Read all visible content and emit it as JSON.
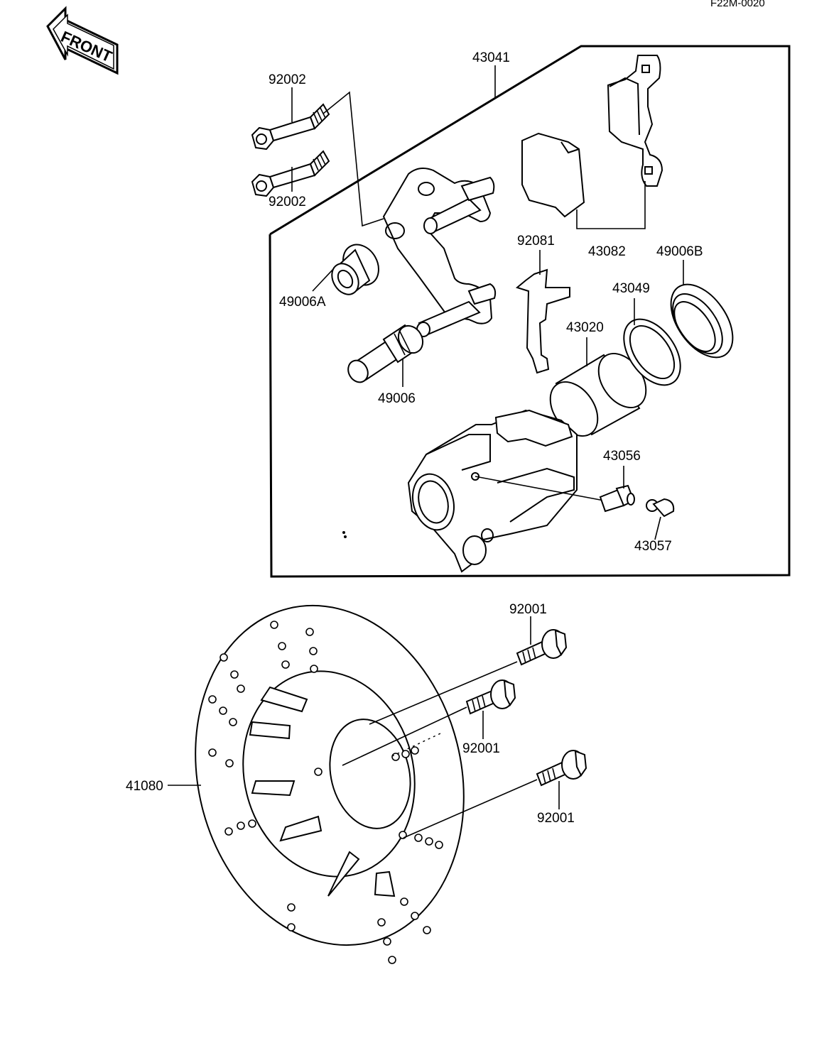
{
  "diagram_code": "F22M-0020",
  "front_label": "FRONT",
  "labels": {
    "caliper_assembly": "43041",
    "mounting_bolt_top": "92002",
    "mounting_bolt_bottom": "92002",
    "pad_set": "43082",
    "pad_spring": "92081",
    "dust_seal_b": "49006B",
    "piston_seal": "43049",
    "piston": "43020",
    "boot_a": "49006A",
    "boot": "49006",
    "bleed_valve": "43056",
    "bleed_cap": "43057",
    "disc": "41080",
    "disc_bolt_1": "92001",
    "disc_bolt_2": "92001",
    "disc_bolt_3": "92001"
  }
}
